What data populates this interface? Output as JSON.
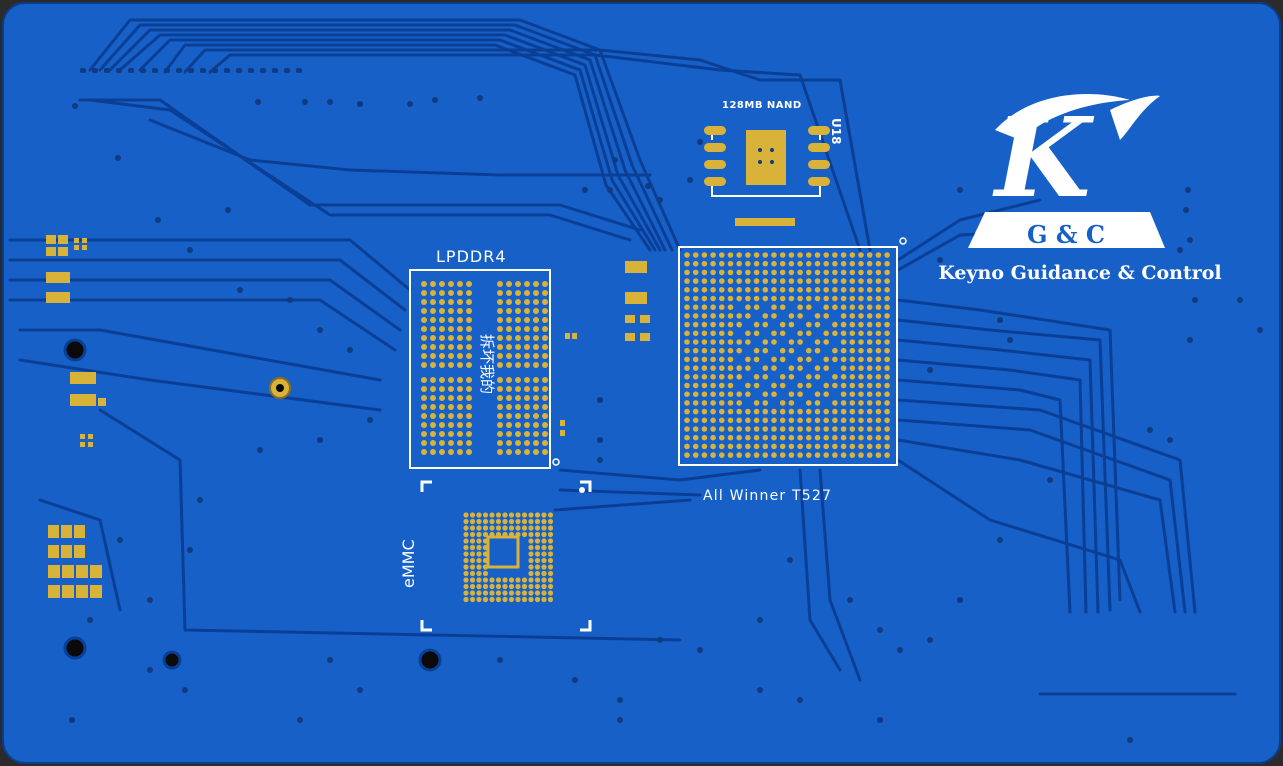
{
  "board": {
    "title": "PCB layout — bottom view",
    "colors": {
      "board": "#1660c8",
      "board_dark": "#0f4fae",
      "trace": "#0b3f96",
      "pad": "#d9b23a",
      "silk": "#ffffff",
      "via": "#123a80"
    }
  },
  "labels": {
    "nand": "128MB NAND",
    "nand_ref": "U18",
    "lpddr": "LPDDR4",
    "lpddr_note": "拆坏我的",
    "emmc": "eMMC",
    "soc": "All Winner T527"
  },
  "logo": {
    "monogram": "K",
    "badge": "G & C",
    "company": "Keyno Guidance & Control"
  }
}
